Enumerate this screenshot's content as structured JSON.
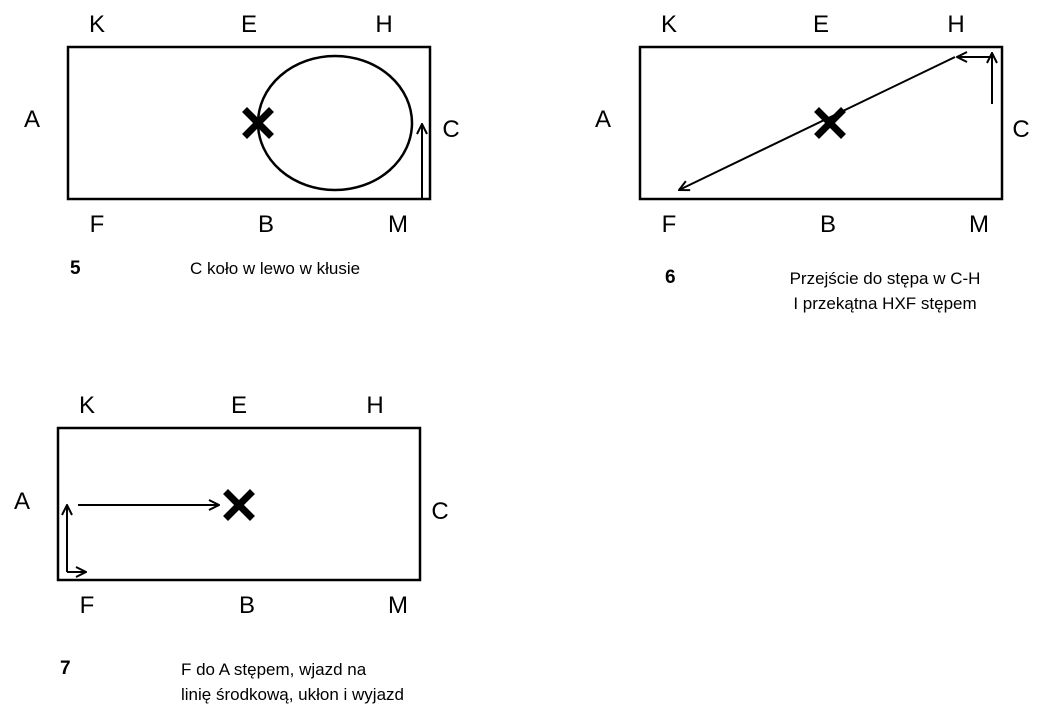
{
  "diagrams": [
    {
      "number": "5",
      "description": [
        "C koło w lewo w kłusie"
      ],
      "letters": {
        "K": "K",
        "E": "E",
        "H": "H",
        "A": "A",
        "C": "C",
        "F": "F",
        "B": "B",
        "M": "M"
      }
    },
    {
      "number": "6",
      "description": [
        "Przejście do stępa w C-H",
        "I przekątna HXF stępem"
      ],
      "letters": {
        "K": "K",
        "E": "E",
        "H": "H",
        "A": "A",
        "C": "C",
        "F": "F",
        "B": "B",
        "M": "M"
      }
    },
    {
      "number": "7",
      "description": [
        "F do A stępem, wjazd na",
        "linię środkową, ukłon i wyjazd"
      ],
      "letters": {
        "K": "K",
        "E": "E",
        "H": "H",
        "A": "A",
        "C": "C",
        "F": "F",
        "B": "B",
        "M": "M"
      }
    }
  ],
  "colors": {
    "stroke": "#000000",
    "background": "#ffffff"
  },
  "icons": {
    "center_marker": "x-mark-icon",
    "path_arrow": "arrow-icon"
  }
}
